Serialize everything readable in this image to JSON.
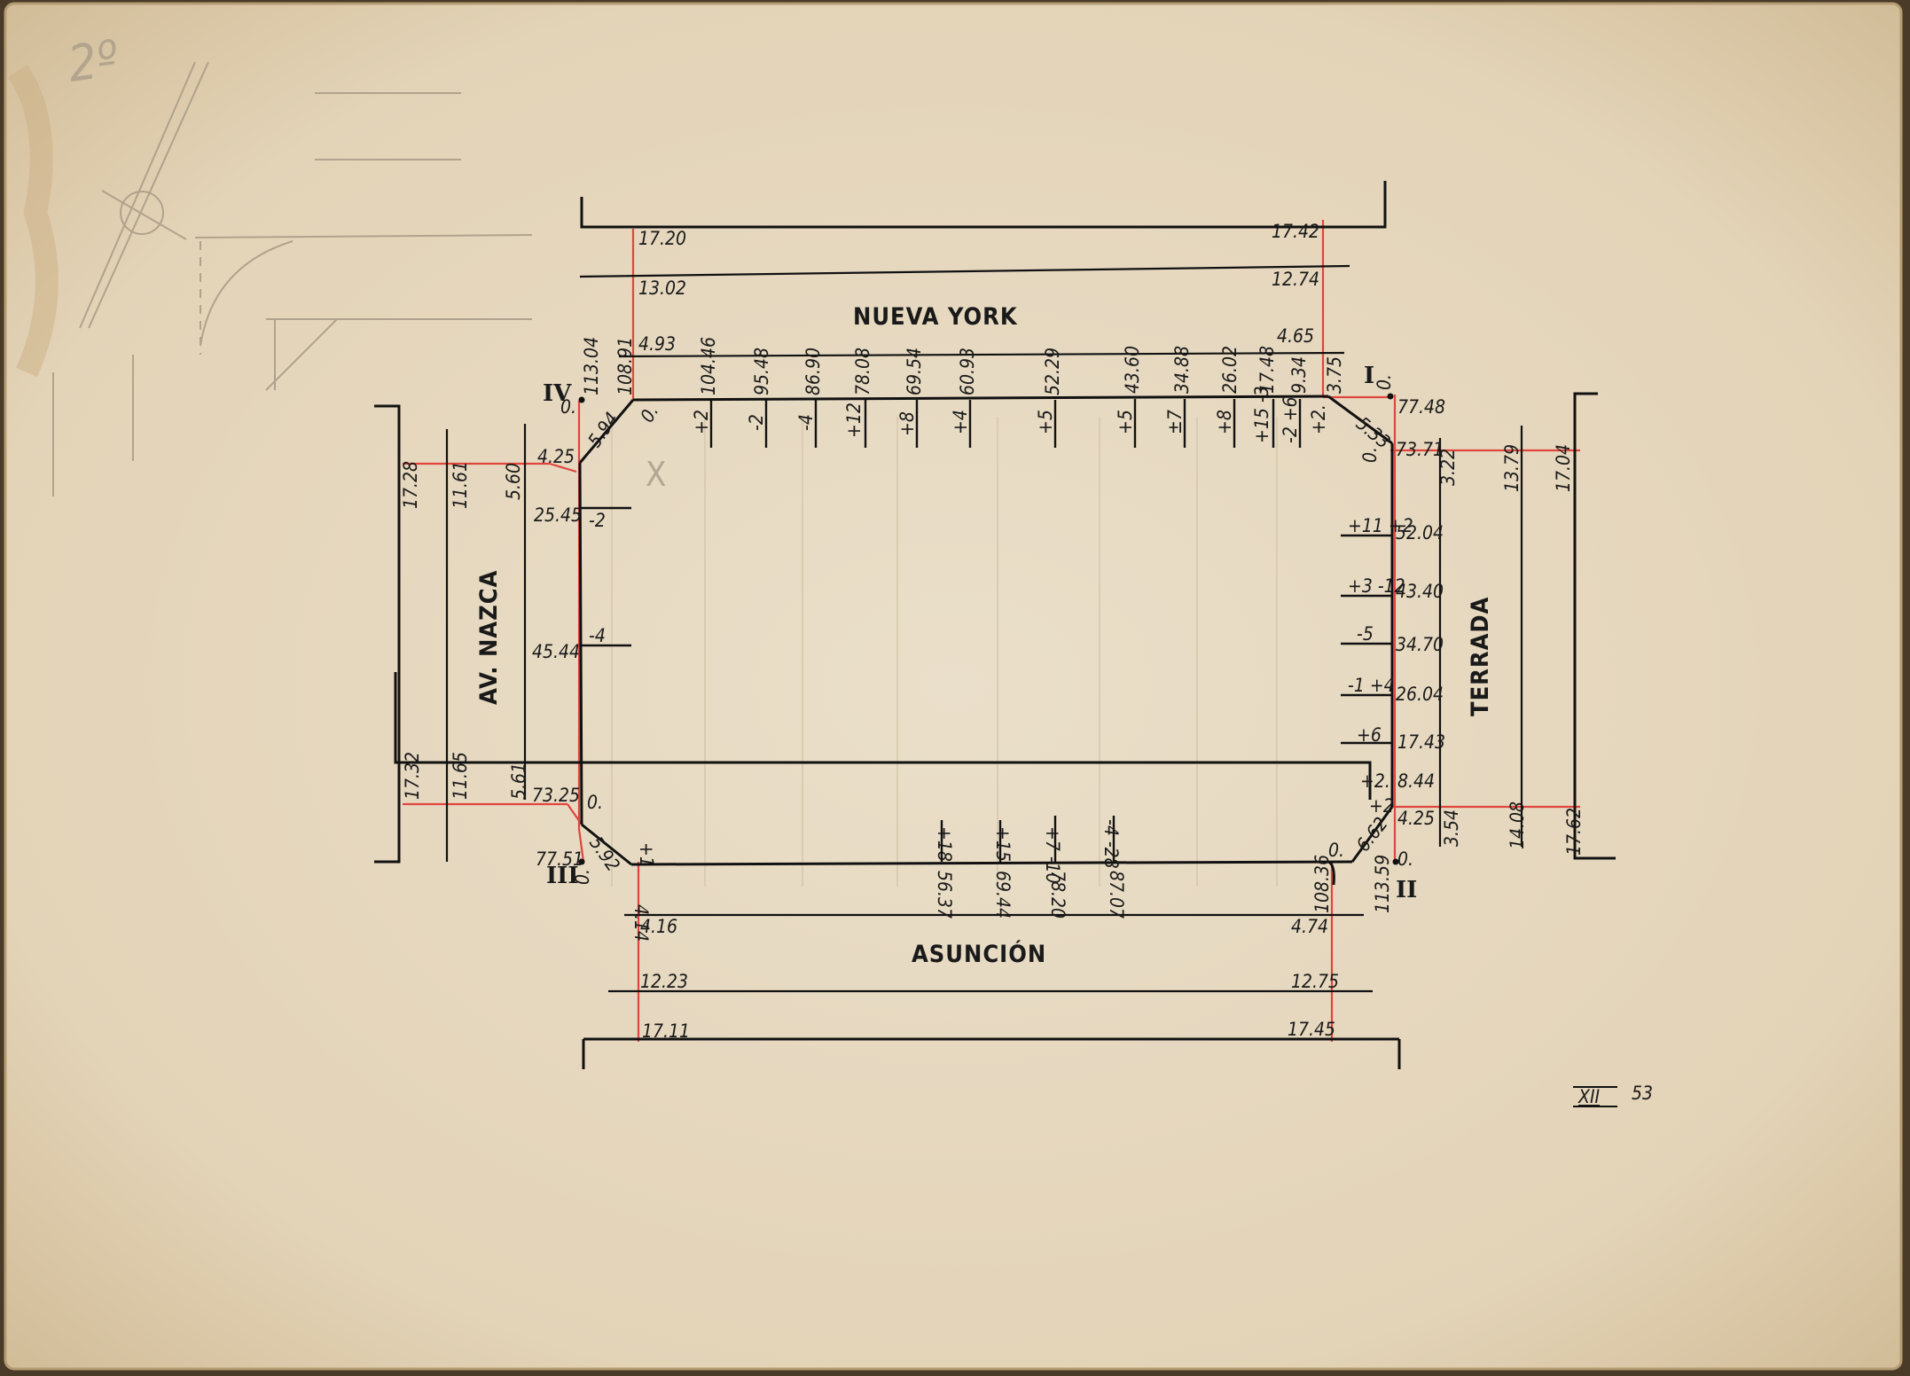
{
  "sheet_number": "2º",
  "date_mark": {
    "month": "XII",
    "year": "53"
  },
  "streets": {
    "north": "NUEVA YORK",
    "south": "ASUNCIÓN",
    "west": "AV. NAZCA",
    "east": "TERRADA"
  },
  "corners": {
    "ne": {
      "roman": "I",
      "zero": "0.",
      "chamfer": "5.33",
      "inner_zero": "0."
    },
    "se": {
      "roman": "II",
      "zero": "0.",
      "chamfer": "6.62",
      "inner_zero": "0."
    },
    "sw": {
      "roman": "III",
      "zero": "0.",
      "chamfer": "5.92",
      "inner_zero": "0."
    },
    "nw": {
      "roman": "IV",
      "zero": "0.",
      "chamfer": "5.94",
      "inner_zero": "0."
    }
  },
  "north_street": {
    "west_distances": [
      "17.20",
      "13.02",
      "4.93"
    ],
    "east_distances": [
      "17.42",
      "12.74",
      "4.65"
    ]
  },
  "south_street": {
    "west_distances": [
      "4.16",
      "12.23",
      "17.11"
    ],
    "east_distances": [
      "4.74",
      "12.75",
      "17.45"
    ]
  },
  "west_street": {
    "north_distances": [
      "17.28",
      "11.61",
      "5.60"
    ],
    "south_distances": [
      "17.32",
      "11.65",
      "5.61"
    ]
  },
  "east_street": {
    "north_distances": [
      "3.22",
      "13.79",
      "17.04"
    ],
    "south_distances": [
      "3.54",
      "14.08",
      "17.62"
    ]
  },
  "north_side": {
    "chainages": [
      "113.04",
      "108.91",
      "104.46",
      "95.48",
      "86.90",
      "78.08",
      "69.54",
      "60.93",
      "52.29",
      "43.60",
      "34.88",
      "26.02",
      "17.48",
      "9.34",
      "3.75"
    ],
    "levels": [
      "+2",
      "-2",
      "-4",
      "+12",
      "+8",
      "+4",
      "+5",
      "+5",
      "±7",
      "+8",
      "+15 -3",
      "-2 +6",
      "+2."
    ]
  },
  "east_side": {
    "chainages": [
      "77.48",
      "73.71",
      "52.04",
      "43.40",
      "34.70",
      "26.04",
      "17.43",
      "8.44",
      "4.25",
      "113.59"
    ],
    "levels": [
      "+11 +2",
      "+3 -12",
      "-5",
      "-1 +4",
      "+6",
      "+2.",
      "+2"
    ]
  },
  "south_side": {
    "chainages": [
      "4.14",
      "56.37",
      "69.44",
      "78.20",
      "87.07",
      "108.36"
    ],
    "levels": [
      "+1",
      "+18",
      "+15",
      "+7 -10",
      "-4 -28"
    ]
  },
  "west_side": {
    "chainages": [
      "4.25",
      "25.45",
      "45.44",
      "73.25",
      "77.51"
    ],
    "levels": [
      "-2",
      "-4"
    ]
  }
}
